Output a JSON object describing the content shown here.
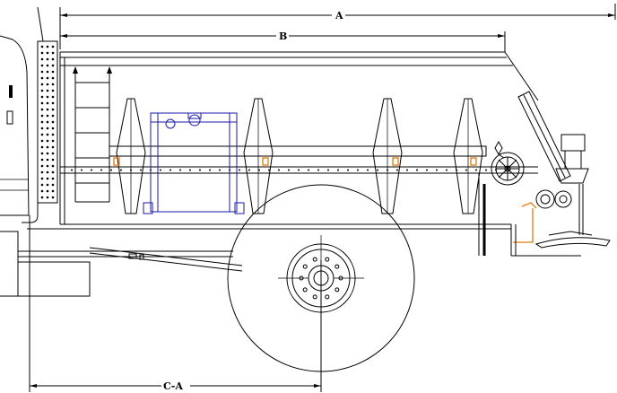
{
  "dimensions": {
    "overall_length_label": "A",
    "box_length_label": "B",
    "axle_offset_label": "C-A"
  },
  "colors": {
    "line": "#000000",
    "tank": "#1a1aa8",
    "drive": "#e07a10",
    "background": "#ffffff"
  }
}
